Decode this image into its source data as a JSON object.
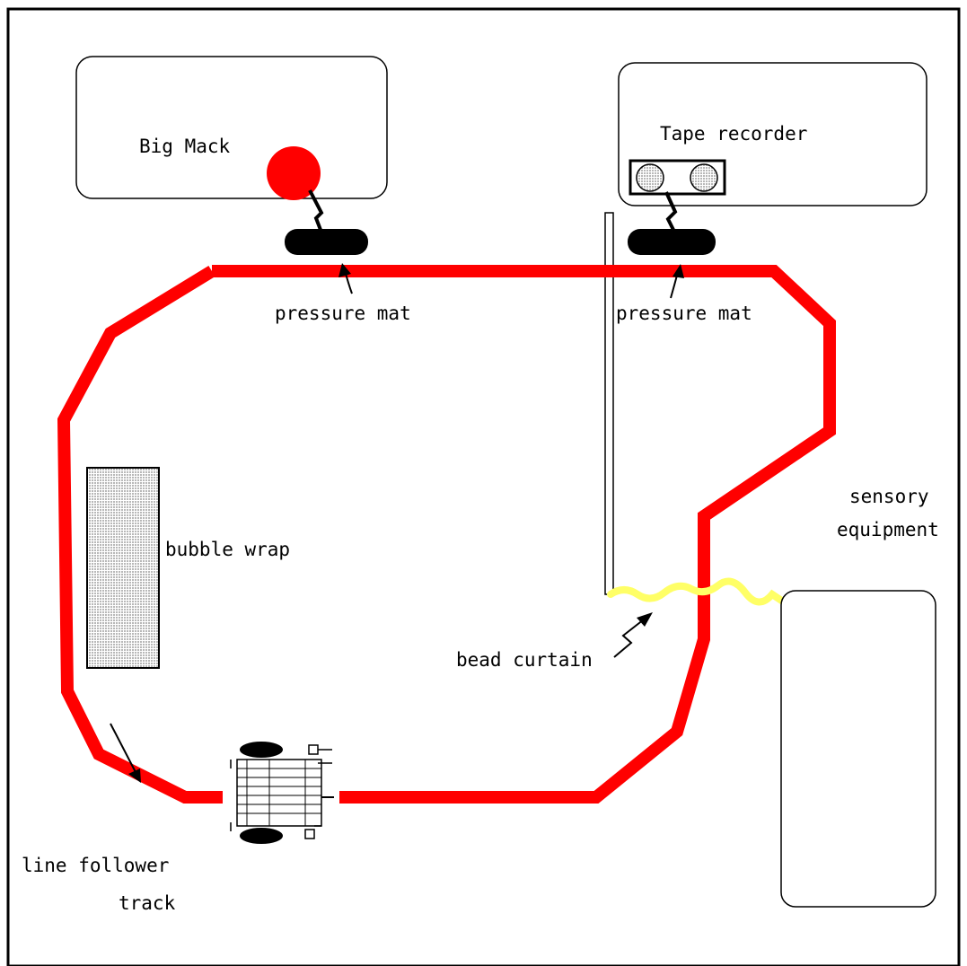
{
  "colors": {
    "background": "#ffffff",
    "frame": "#000000",
    "track": "#ff0000",
    "button": "#ff0000",
    "curtain": "#ffff66",
    "bubble_wrap": "#cfcfcf",
    "speaker": "#c8c8c8",
    "mat": "#000000"
  },
  "labels": {
    "big_mack": "Big Mack",
    "tape_recorder": "Tape recorder",
    "pressure_mat_left": "pressure mat",
    "pressure_mat_right": "pressure mat",
    "bubble_wrap": "bubble wrap",
    "sensory_equipment_line1": "sensory",
    "sensory_equipment_line2": "equipment",
    "bead_curtain": "bead curtain",
    "line_follower_line1": "line follower",
    "line_follower_line2": "track"
  },
  "icons": {
    "robot": "line-follower-robot-icon",
    "speakers": "speaker-icon",
    "button": "big-mack-button-icon"
  }
}
